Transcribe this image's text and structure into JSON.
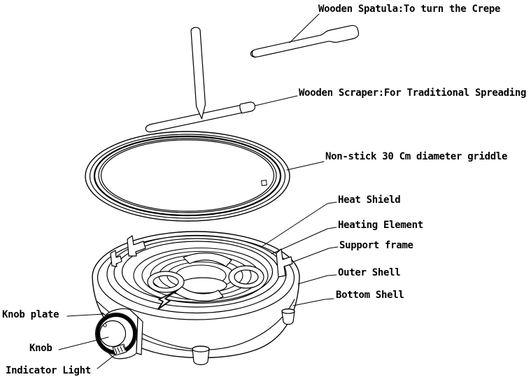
{
  "diagram": {
    "type": "exploded-parts-line-drawing",
    "background_color": "#ffffff",
    "line_color": "#000000",
    "parts": [
      {
        "id": "spatula",
        "label": "Wooden Spatula:To turn the Crepe"
      },
      {
        "id": "scraper",
        "label": "Wooden Scraper:For Traditional Spreading"
      },
      {
        "id": "griddle",
        "label": "Non-stick 30 Cm diameter griddle"
      },
      {
        "id": "heat_shield",
        "label": "Heat Shield"
      },
      {
        "id": "heating_element",
        "label": "Heating Element"
      },
      {
        "id": "support_frame",
        "label": "Support frame"
      },
      {
        "id": "outer_shell",
        "label": "Outer Shell"
      },
      {
        "id": "bottom_shell",
        "label": "Bottom Shell"
      },
      {
        "id": "knob_plate",
        "label": "Knob plate"
      },
      {
        "id": "knob",
        "label": "Knob"
      },
      {
        "id": "indicator_light",
        "label": "Indicator Light"
      }
    ]
  }
}
